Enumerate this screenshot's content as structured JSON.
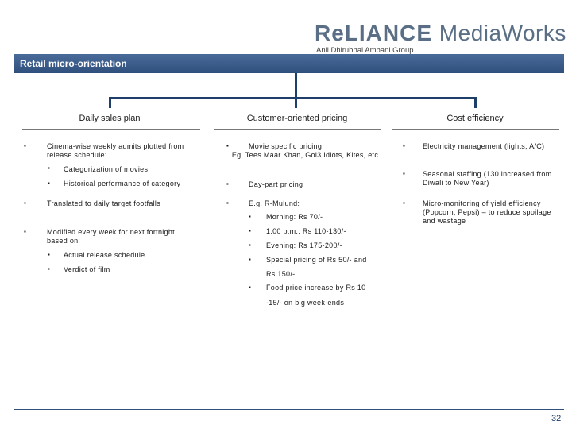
{
  "header": {
    "logo_text": "ReLIANCE",
    "logo_media": "MediaWorks",
    "logo_sub": "Anil Dhirubhai Ambani Group",
    "title": "Retail micro-orientation"
  },
  "columns": [
    {
      "heading": "Daily sales plan",
      "bullets": [
        {
          "text": "Cinema-wise weekly admits plotted from release schedule:"
        },
        {
          "text": "Categorization of movies"
        },
        {
          "text": "Historical performance of category"
        },
        {
          "text": "Translated to daily target footfalls"
        },
        {
          "text": "Modified every week for next fortnight, based on:"
        },
        {
          "text": "Actual release schedule"
        },
        {
          "text": "Verdict of film"
        }
      ]
    },
    {
      "heading": "Customer-oriented pricing",
      "bullets": [
        {
          "text": "Movie specific pricing"
        },
        {
          "text": "Eg, Tees Maar Khan, Gol3 Idiots, Kites, etc"
        },
        {
          "text": "Day-part pricing"
        },
        {
          "text": "E.g. R-Mulund:"
        },
        {
          "text": "Morning: Rs 70/-"
        },
        {
          "text": "1:00 p.m.: Rs 110-130/-"
        },
        {
          "text": "Evening: Rs 175-200/-"
        },
        {
          "text": "Special pricing of Rs 50/- and"
        },
        {
          "text": "Rs 150/-"
        },
        {
          "text": "Food price increase by Rs 10"
        },
        {
          "text": "-15/- on big week-ends"
        }
      ]
    },
    {
      "heading": "Cost efficiency",
      "bullets": [
        {
          "text": "Electricity management (lights, A/C)"
        },
        {
          "text": "Seasonal staffing (130 increased from Diwali to New Year)"
        },
        {
          "text": "Micro-monitoring of yield efficiency (Popcorn, Pepsi) – to reduce spoilage and wastage"
        }
      ]
    }
  ],
  "bullet_symbol": "▪",
  "page_number": "32"
}
